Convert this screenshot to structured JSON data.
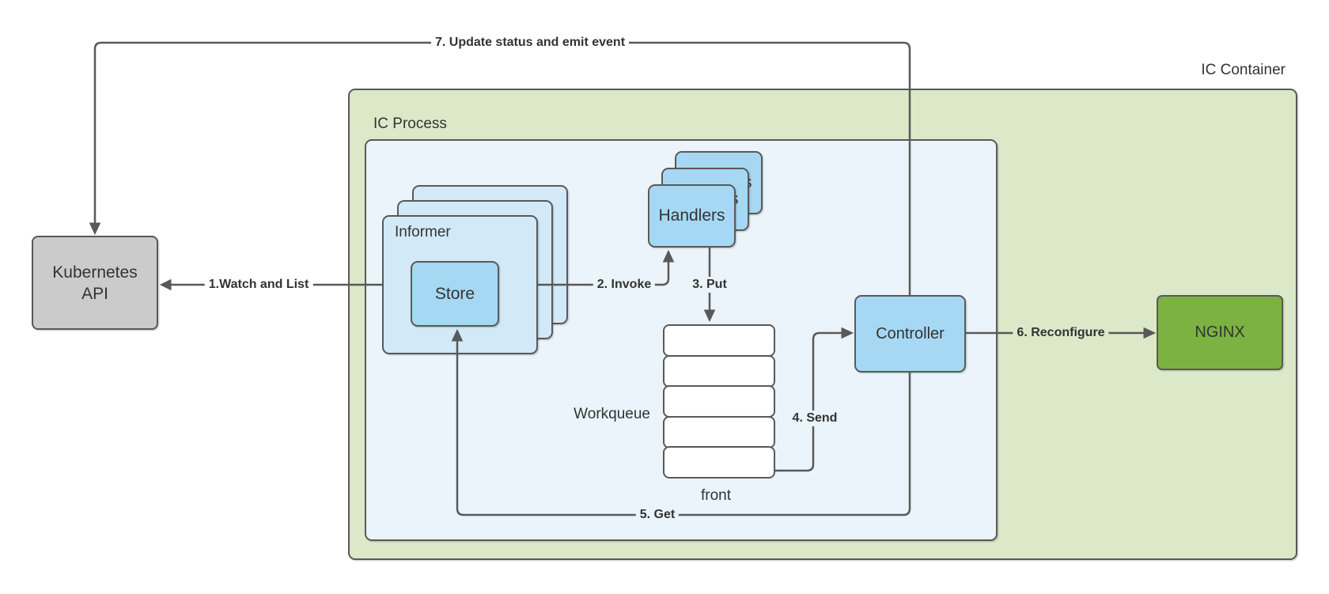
{
  "diagram": {
    "containers": {
      "ic_container": {
        "label": "IC Container"
      },
      "ic_process": {
        "label": "IC Process"
      }
    },
    "nodes": {
      "kubernetes_api": {
        "line1": "Kubernetes",
        "line2": "API"
      },
      "informer": {
        "label": "Informer"
      },
      "store": {
        "label": "Store"
      },
      "handlers": {
        "label": "Handlers"
      },
      "workqueue": {
        "label": "Workqueue",
        "front_label": "front",
        "cell_count": 5
      },
      "controller": {
        "label": "Controller"
      },
      "nginx": {
        "label": "NGINX"
      }
    },
    "edges": {
      "watch_and_list": {
        "label": "1.Watch and List"
      },
      "invoke": {
        "label": "2. Invoke"
      },
      "put": {
        "label": "3. Put"
      },
      "send": {
        "label": "4. Send"
      },
      "get": {
        "label": "5. Get"
      },
      "reconfigure": {
        "label": "6. Reconfigure"
      },
      "update_status": {
        "label": "7. Update status and emit event"
      }
    },
    "colors": {
      "canvas_bg": "#ffffff",
      "ic_container_fill": "#dbe9c9",
      "ic_process_fill": "#eaf4fa",
      "informer_fill": "#d2e9f8",
      "node_fill": "#a6d8f3",
      "nginx_fill": "#7bb241",
      "kubernetes_api_fill": "#cbcbcb",
      "workqueue_cell_fill": "#ffffff",
      "stroke": "#595959",
      "text": "#333333"
    }
  }
}
